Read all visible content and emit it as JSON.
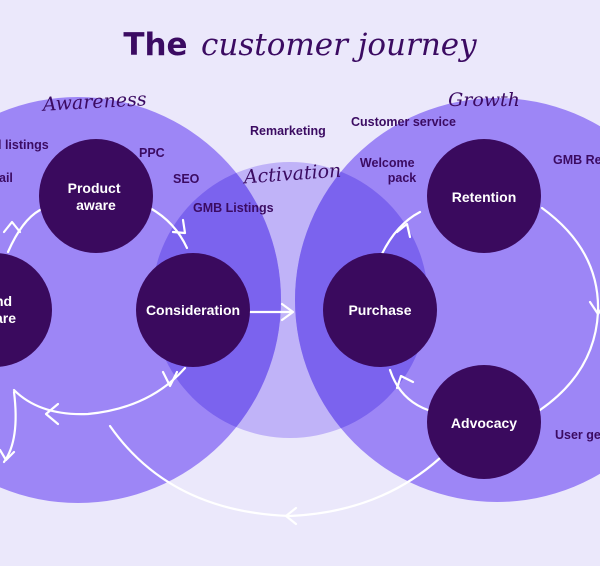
{
  "title": {
    "bold": "The",
    "italic": "customer journey"
  },
  "stages": {
    "awareness": "Awareness",
    "activation": "Activation",
    "growth": "Growth"
  },
  "nodes": {
    "product_aware": [
      "Product",
      "aware"
    ],
    "brand_aware": [
      "Brand",
      "aware"
    ],
    "consideration": [
      "Consideration"
    ],
    "purchase": [
      "Purchase"
    ],
    "retention": [
      "Retention"
    ],
    "advocacy": [
      "Advocacy"
    ]
  },
  "tactics": {
    "listings": "l listings",
    "email": "ail",
    "ppc": "PPC",
    "seo": "SEO",
    "gmb_listings": "GMB Listings",
    "remarketing": "Remarketing",
    "customer_service": "Customer service",
    "welcome_pack": [
      "Welcome",
      "pack"
    ],
    "gmb_reviews": "GMB Rev",
    "user_generated": "User ge"
  },
  "colors": {
    "background": "#ebe8fb",
    "awareness_circle": "#9d86f6",
    "growth_circle": "#9d86f6",
    "activation_circle": "#c0b3f8",
    "overlap": "#7b63ee",
    "node_fill": "#3a0a5e",
    "flow_line": "#ffffff",
    "text_dark": "#3b0b62"
  }
}
